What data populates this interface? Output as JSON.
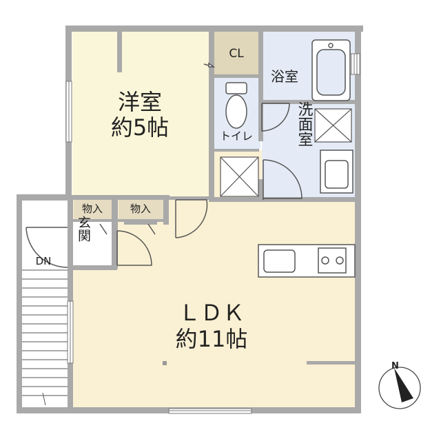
{
  "rooms": {
    "western_room": {
      "name": "洋室",
      "size": "約5帖"
    },
    "closet": "CL",
    "bathroom": "浴室",
    "toilet": "トイレ",
    "washroom": "洗面室",
    "storage_1": "物入",
    "storage_2": "物入",
    "entrance": "玄関",
    "stairs": "DN",
    "ldk": {
      "name": "ＬＤＫ",
      "size": "約11帖"
    }
  },
  "compass": {
    "label": "N"
  },
  "colors": {
    "wall": "#a9a9a9",
    "western_room_floor": "#faf6d9",
    "ldk_floor": "#faf0d3",
    "wet_area_floor": "#e4ebf6",
    "closet_floor": "#e0d6b9",
    "storage_floor": "#e6dcc2"
  }
}
